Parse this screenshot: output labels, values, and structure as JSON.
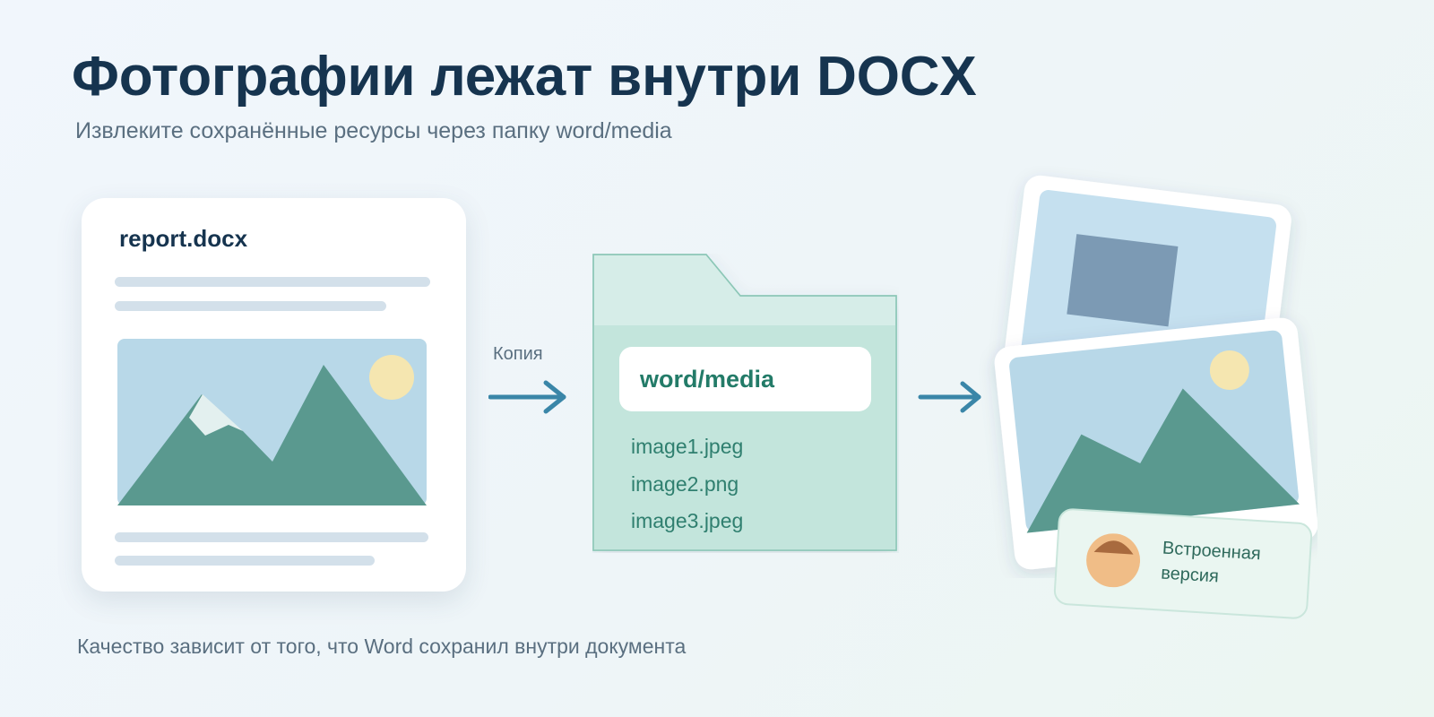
{
  "header": {
    "title": "Фотографии лежат внутри DOCX",
    "subtitle": "Извлеките сохранённые ресурсы через папку word/media"
  },
  "document": {
    "filename": "report.docx"
  },
  "flow": {
    "copy_label": "Копия"
  },
  "folder": {
    "name": "word/media",
    "files": [
      "image1.jpeg",
      "image2.png",
      "image3.jpeg"
    ]
  },
  "result": {
    "badge_label": "Встроенная версия"
  },
  "footer": {
    "note": "Качество зависит от того, что Word сохранил внутри документа"
  },
  "colors": {
    "title": "#16344f",
    "muted_text": "#5a6f80",
    "arrow": "#3a86a8",
    "mountain": "#5a998f",
    "sky": "#b8d8e8",
    "sun": "#f5e6b0",
    "folder_fill": "#c3e5dc",
    "folder_accent": "#237b68"
  }
}
